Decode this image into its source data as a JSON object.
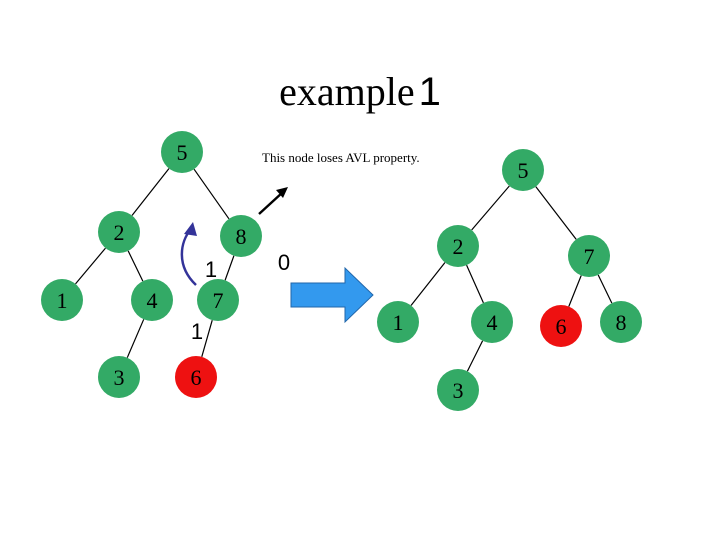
{
  "title": {
    "text": "example",
    "number": "1"
  },
  "note": "This node loses AVL property.",
  "colors": {
    "node_green": "#33aa66",
    "node_red": "#ee1111",
    "edge": "#000000",
    "curve": "#333399",
    "arrow": "#3399ee"
  },
  "left_tree": {
    "nodes": [
      {
        "id": "n5",
        "label": "5",
        "color": "green"
      },
      {
        "id": "n2",
        "label": "2",
        "color": "green"
      },
      {
        "id": "n8",
        "label": "8",
        "color": "green"
      },
      {
        "id": "n1",
        "label": "1",
        "color": "green"
      },
      {
        "id": "n4",
        "label": "4",
        "color": "green"
      },
      {
        "id": "n7",
        "label": "7",
        "color": "green"
      },
      {
        "id": "n3",
        "label": "3",
        "color": "green"
      },
      {
        "id": "n6",
        "label": "6",
        "color": "red"
      }
    ],
    "edges": [
      [
        "n5",
        "n2"
      ],
      [
        "n5",
        "n8"
      ],
      [
        "n2",
        "n1"
      ],
      [
        "n2",
        "n4"
      ],
      [
        "n8",
        "n7"
      ],
      [
        "n4",
        "n3"
      ],
      [
        "n7",
        "n6"
      ]
    ],
    "balance_labels": [
      {
        "node": "n8",
        "value": "1"
      },
      {
        "node": "n7",
        "value": "1"
      },
      {
        "node": "n8",
        "value": "0",
        "side": "right"
      }
    ]
  },
  "right_tree": {
    "nodes": [
      {
        "id": "m5",
        "label": "5",
        "color": "green"
      },
      {
        "id": "m2",
        "label": "2",
        "color": "green"
      },
      {
        "id": "m7",
        "label": "7",
        "color": "green"
      },
      {
        "id": "m1",
        "label": "1",
        "color": "green"
      },
      {
        "id": "m4",
        "label": "4",
        "color": "green"
      },
      {
        "id": "m6",
        "label": "6",
        "color": "red"
      },
      {
        "id": "m8",
        "label": "8",
        "color": "green"
      },
      {
        "id": "m3",
        "label": "3",
        "color": "green"
      }
    ],
    "edges": [
      [
        "m5",
        "m2"
      ],
      [
        "m5",
        "m7"
      ],
      [
        "m2",
        "m1"
      ],
      [
        "m2",
        "m4"
      ],
      [
        "m7",
        "m6"
      ],
      [
        "m7",
        "m8"
      ],
      [
        "m4",
        "m3"
      ]
    ]
  }
}
